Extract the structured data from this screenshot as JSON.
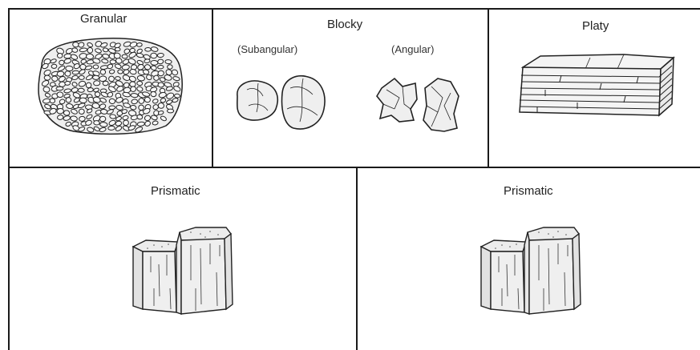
{
  "cells": {
    "granular": {
      "title": "Granular"
    },
    "blocky": {
      "title": "Blocky",
      "left_label": "(Subangular)",
      "right_label": "(Angular)"
    },
    "platy": {
      "title": "Platy"
    },
    "prismatic_1": {
      "title": "Prismatic"
    },
    "prismatic_2": {
      "title": "Prismatic"
    }
  }
}
